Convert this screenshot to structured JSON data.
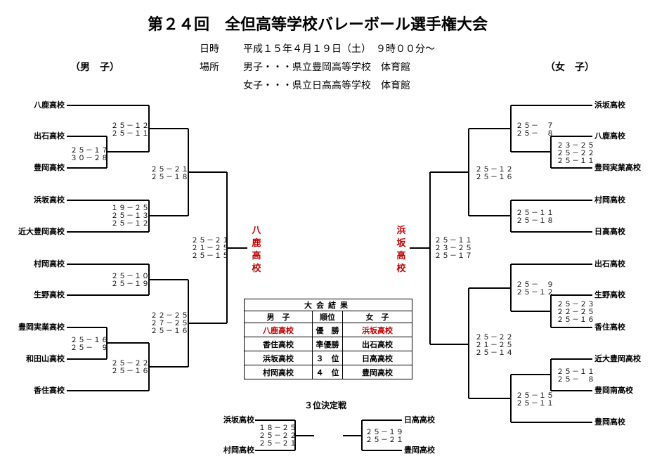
{
  "header": {
    "title": "第２４回　全但高等学校バレーボール選手権大会",
    "date_label": "日時",
    "date_value": "平成１５年４月１９日（土）　９時００分～",
    "venue_label": "場所",
    "venue_men": "男子・・・県立豊岡高等学校　体育館",
    "venue_women": "女子・・・県立日高高等学校　体育館"
  },
  "men": {
    "label": "（男　子）",
    "teams": [
      "八鹿高校",
      "出石高校",
      "豊岡高校",
      "浜坂高校",
      "近大豊岡高校",
      "村岡高校",
      "生野高校",
      "豊岡実業高校",
      "和田山高校",
      "香住高校"
    ],
    "scores": {
      "r1a": [
        "２５－１７",
        "３０－２８"
      ],
      "qf1": [
        "２５－１２",
        "２５－１１"
      ],
      "qf2": [
        "１９－２５",
        "２５－１３",
        "２５－１２"
      ],
      "sf1": [
        "２５－２１",
        "２５－１８"
      ],
      "qf3": [
        "２５－１０",
        "２５－１９"
      ],
      "r1b": [
        "２５－１６",
        "２５－　９"
      ],
      "qf4": [
        "２５－２２",
        "２５－１６"
      ],
      "sf2": [
        "２２－２５",
        "２７－２５",
        "２５－１６"
      ],
      "final": [
        "２５－２１",
        "２１－２５",
        "２５－１５"
      ]
    },
    "champion": "八鹿高校"
  },
  "women": {
    "label": "（女　子）",
    "teams": [
      "浜坂高校",
      "八鹿高校",
      "豊岡実業高校",
      "村岡高校",
      "日高高校",
      "出石高校",
      "生野高校",
      "香住高校",
      "近大豊岡高校",
      "豊岡南高校",
      "豊岡高校"
    ],
    "scores": {
      "qf1": [
        "２５－　７",
        "２５－　８"
      ],
      "r1a": [
        "２３－２５",
        "２５－２２",
        "２５－１１"
      ],
      "sf1": [
        "２５－１２",
        "２５－１６"
      ],
      "qf2": [
        "２５－１１",
        "２５－１８"
      ],
      "qf3": [
        "２５－　９",
        "２５－１２"
      ],
      "r1b": [
        "２５－２３",
        "２２－２５",
        "２５－１６"
      ],
      "r1c": [
        "２５－１１",
        "２５－　８"
      ],
      "qf4": [
        "２５－１５",
        "２５－１１"
      ],
      "sf2": [
        "２５－２２",
        "２１－２５",
        "２５－１４"
      ],
      "final": [
        "２５－１１",
        "２３－２５",
        "２５－１７"
      ]
    },
    "champion": "浜坂高校"
  },
  "results": {
    "caption": "大会結果",
    "headers": [
      "男　子",
      "順位",
      "女　子"
    ],
    "rows": [
      {
        "men": "八鹿高校",
        "rank": "優　勝",
        "women": "浜坂高校"
      },
      {
        "men": "香住高校",
        "rank": "準優勝",
        "women": "出石高校"
      },
      {
        "men": "浜坂高校",
        "rank": "３　位",
        "women": "日高高校"
      },
      {
        "men": "村岡高校",
        "rank": "４　位",
        "women": "豊岡高校"
      }
    ]
  },
  "third_place": {
    "title": "３位決定戦",
    "men": {
      "team1": "浜坂高校",
      "team2": "村岡高校",
      "scores": [
        "１８－２５",
        "２５－２２",
        "２５－２１"
      ]
    },
    "women": {
      "team1": "日高高校",
      "team2": "豊岡高校",
      "scores": [
        "２５－１９",
        "２５－２１"
      ]
    }
  }
}
